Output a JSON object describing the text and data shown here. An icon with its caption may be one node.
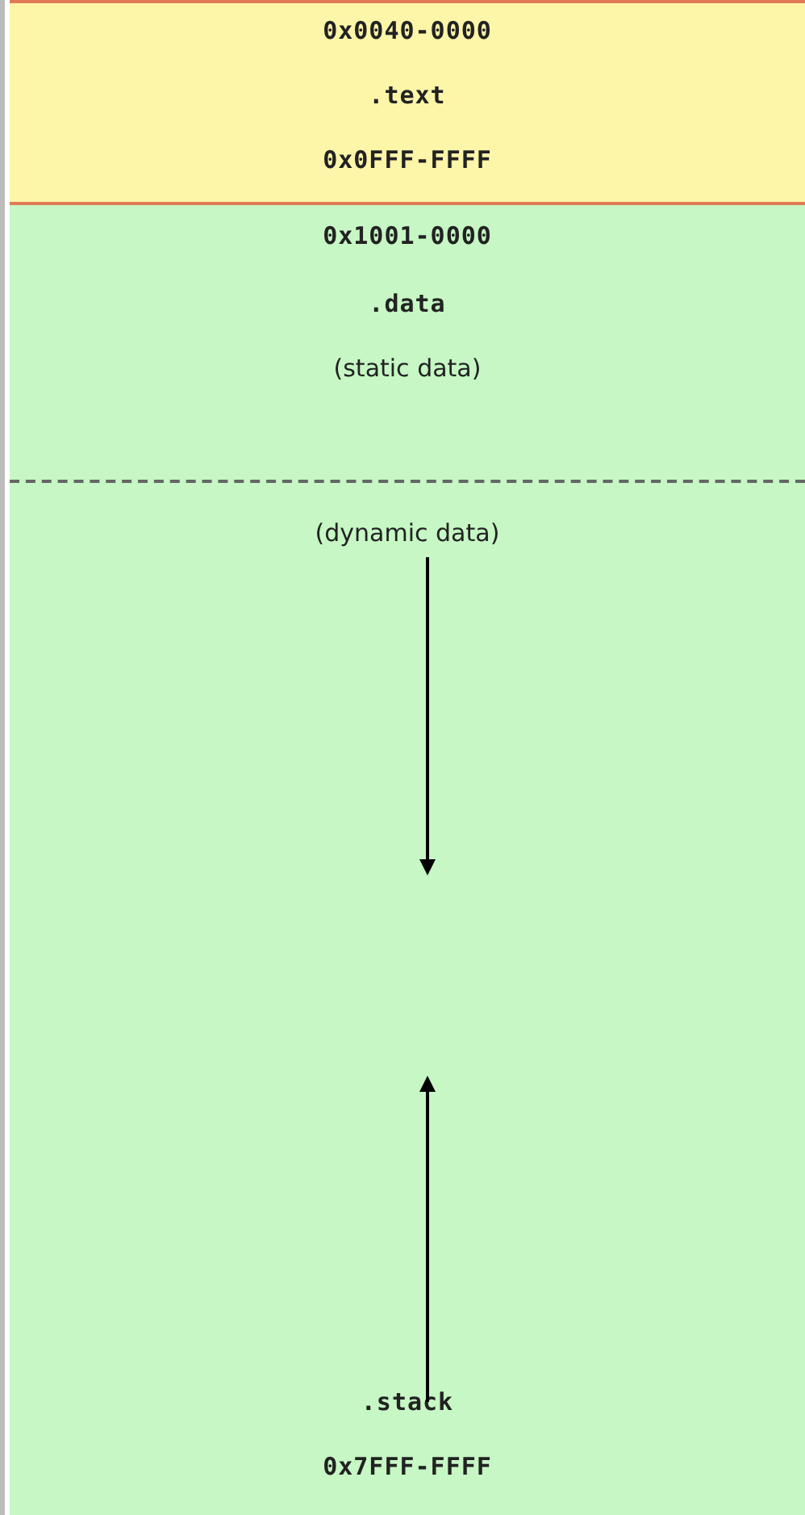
{
  "diagram": {
    "nodes": [
      {
        "text": [
          "0x0040-0000",
          ".text",
          "0x0FFF-FFFF"
        ]
      },
      {
        "text": [
          "0x1001-0000",
          ".data",
          "(static data)"
        ]
      },
      {
        "text": [
          "(dynamic data)",
          ".stack",
          "0x7FFF-FFFF"
        ]
      }
    ],
    "edges": []
  }
}
